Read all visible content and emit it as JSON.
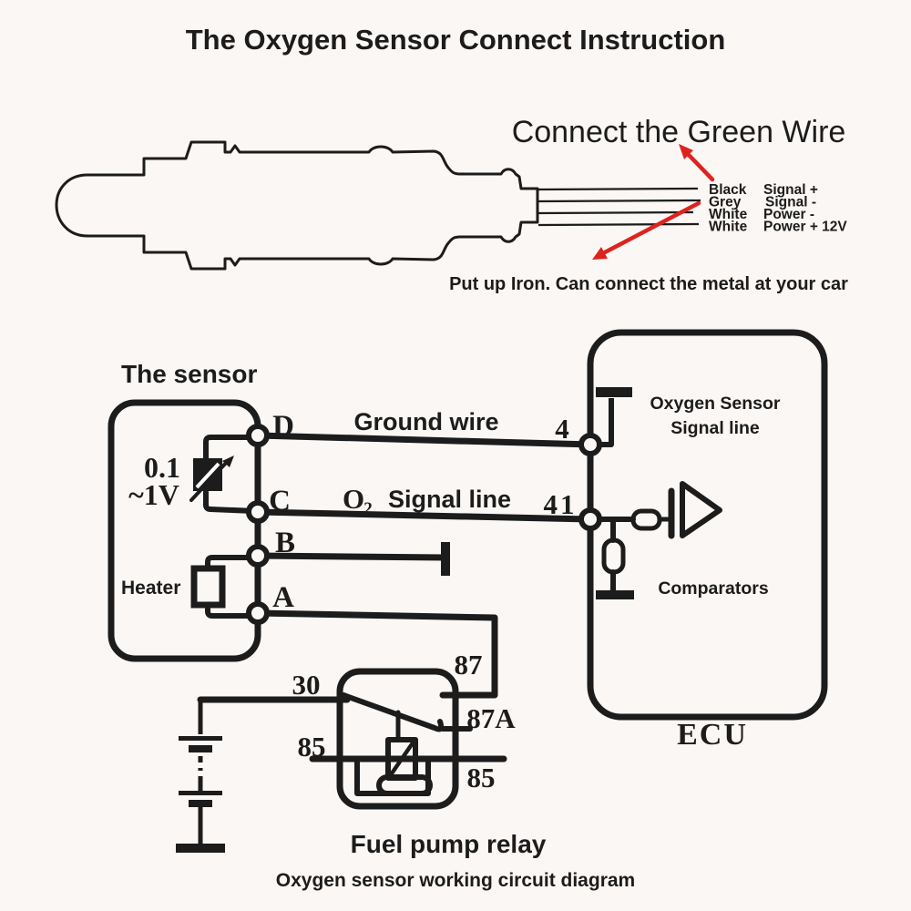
{
  "title": "The Oxygen Sensor Connect Instruction",
  "colors": {
    "background": "#fbf7f4",
    "ink": "#1c1c1c",
    "magenta": "#bd14a5",
    "red_text": "#cc221b",
    "red_arrow": "#dd2320"
  },
  "top": {
    "connect_note": "Connect the Green Wire",
    "iron_note": "Put up Iron. Can connect the metal at your car",
    "wires": [
      {
        "color": "Black",
        "signal": "Signal +"
      },
      {
        "color": "Grey",
        "signal": "Signal -"
      },
      {
        "color": "White",
        "signal": "Power -"
      },
      {
        "color": "White",
        "signal": "Power + 12V"
      }
    ]
  },
  "circuit": {
    "sensor_title": "The sensor",
    "voltage_line1": "0.1",
    "voltage_line2": "~1V",
    "heater": "Heater",
    "terminals": [
      "D",
      "C",
      "B",
      "A"
    ],
    "ground_wire": "Ground wire",
    "o2": "O",
    "o2_sub": "2",
    "signal_line": "Signal line",
    "pin4": "4",
    "pin41": "41",
    "ecu_note1": "Oxygen Sensor",
    "ecu_note2": "Signal line",
    "comparators": "Comparators",
    "ecu": "ECU",
    "pin30": "30",
    "pin87": "87",
    "pin87a": "87A",
    "pin85_left": "85",
    "pin85_right": "85",
    "relay_title": "Fuel pump relay",
    "caption": "Oxygen sensor working circuit diagram"
  }
}
